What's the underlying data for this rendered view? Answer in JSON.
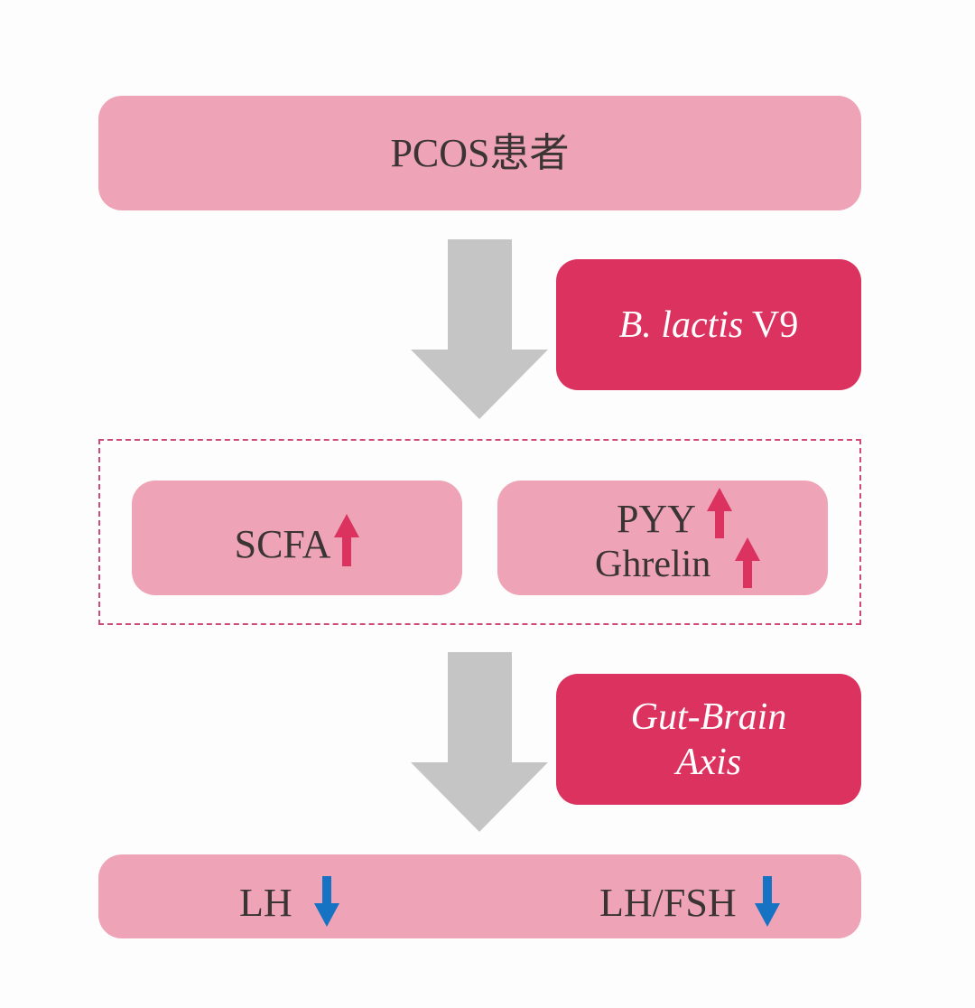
{
  "diagram": {
    "top_box": {
      "label": "PCOS患者"
    },
    "intervention_box": {
      "label_italic": "B. lactis",
      "label_rest": " V9"
    },
    "mediators": {
      "scfa": {
        "label": "SCFA",
        "direction": "up"
      },
      "pyy": {
        "label": "PYY",
        "direction": "up"
      },
      "ghrelin": {
        "label": "Ghrelin",
        "direction": "up"
      }
    },
    "mechanism_box": {
      "line1": "Gut-Brain",
      "line2": "Axis"
    },
    "outcomes": {
      "lh": {
        "label": "LH",
        "direction": "down"
      },
      "lh_fsh": {
        "label": "LH/FSH",
        "direction": "down"
      }
    },
    "colors": {
      "light_pink": "#eea3b6",
      "magenta": "#dc3260",
      "gray_arrow": "#c6c5c6",
      "up_arrow": "#dc3260",
      "down_arrow": "#1673c4",
      "dashed_border": "#d04a78"
    }
  }
}
